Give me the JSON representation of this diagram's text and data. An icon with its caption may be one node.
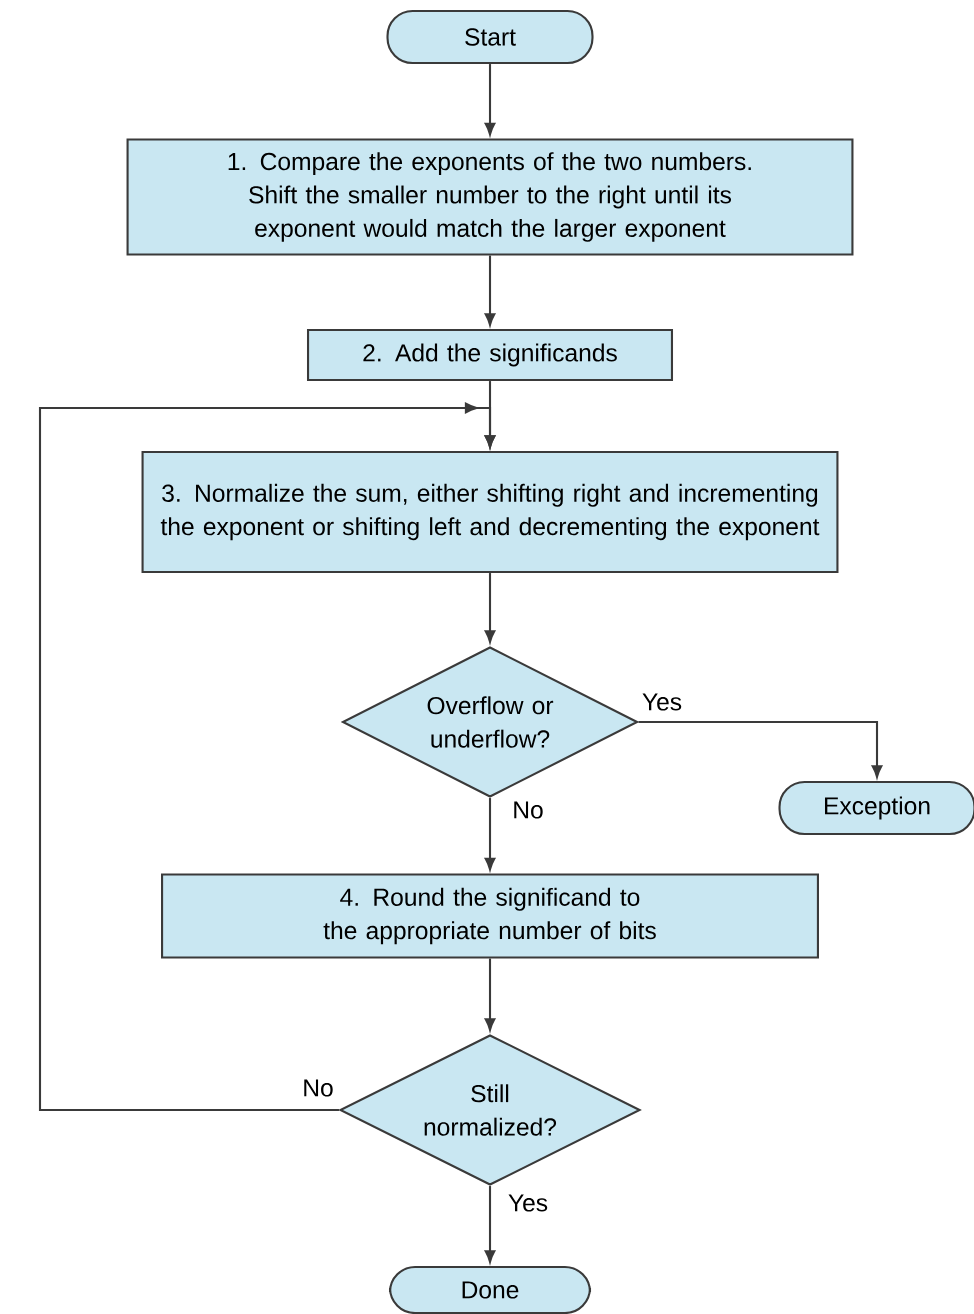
{
  "diagram": {
    "nodes": [
      {
        "text": [
          "Start"
        ]
      },
      {
        "text": [
          "1. Compare the exponents of the two numbers. Shift the smaller number to the right until its exponent would match the larger exponent"
        ]
      },
      {
        "text": [
          "2. Add the significands"
        ]
      },
      {
        "text": [
          "3. Normalize the sum, either shifting right and incrementing the exponent or shifting left and decrementing the exponent"
        ]
      },
      {
        "text": [
          "Overflow or underflow?"
        ]
      },
      {
        "text": [
          "Exception"
        ]
      },
      {
        "text": [
          "4. Round the significand to the appropriate number of bits"
        ]
      },
      {
        "text": [
          "Still normalized?"
        ]
      },
      {
        "text": [
          "Done"
        ]
      }
    ],
    "edges": [
      {
        "from": 0,
        "to": 1,
        "arrow": "to"
      },
      {
        "from": 1,
        "to": 2,
        "arrow": "to"
      },
      {
        "from": 2,
        "to": 3,
        "arrow": "to"
      },
      {
        "from": 3,
        "to": 4,
        "arrow": "to"
      },
      {
        "from": 4,
        "to": 5,
        "arrow": "to",
        "label": "Yes"
      },
      {
        "from": 4,
        "to": 6,
        "arrow": "to",
        "label": "No"
      },
      {
        "from": 6,
        "to": 7,
        "arrow": "to"
      },
      {
        "from": 7,
        "to": 3,
        "arrow": "to",
        "label": "No"
      },
      {
        "from": 7,
        "to": 8,
        "arrow": "to",
        "label": "Yes"
      }
    ]
  }
}
